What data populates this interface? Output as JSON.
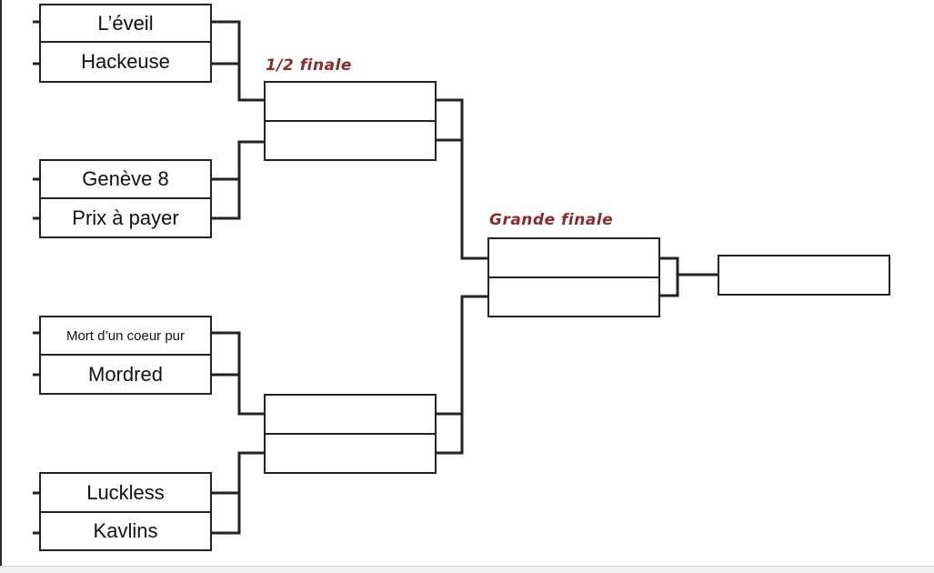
{
  "round_labels": {
    "semi_final": "1/2 finale",
    "grand_final": "Grande finale"
  },
  "quarter_final_entrants": [
    "L’éveil",
    "Hackeuse",
    "Genève 8",
    "Prix à payer",
    "Mort d’un coeur pur",
    "Mordred",
    "Luckless",
    "Kavlins"
  ],
  "semi_final_slots": [
    "",
    "",
    "",
    ""
  ],
  "grand_final_slots": [
    "",
    ""
  ],
  "winner_slot": ""
}
